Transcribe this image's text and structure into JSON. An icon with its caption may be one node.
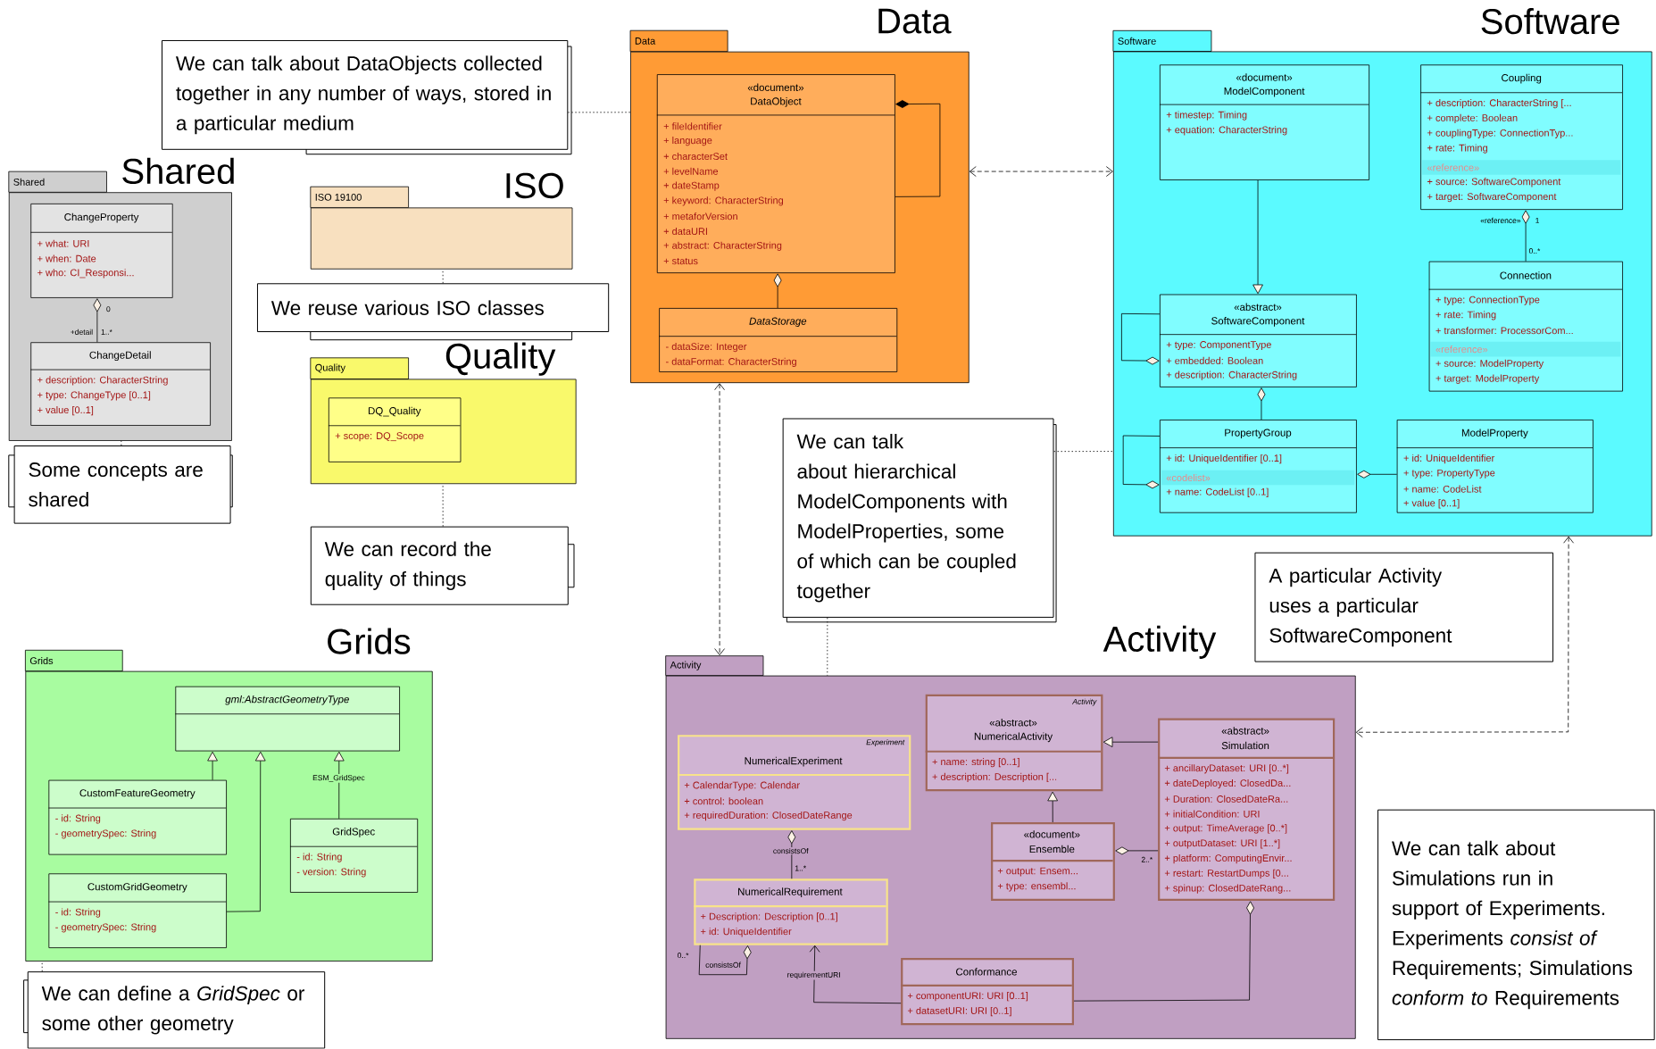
{
  "diagram": {
    "nodes": [
      {
        "text": [
          "Shared",
          "Shared"
        ]
      },
      {
        "text": [
          "ChangeProperty",
          "+ what: URI",
          "+ when: Date",
          "+ who: CI_Responsi..."
        ],
        "in": 0
      },
      {
        "text": [
          "ChangeDetail",
          "+ description: CharacterString",
          "+ type: ChangeType [0..1]",
          "+ value [0..1]"
        ],
        "in": 0
      },
      {
        "text": [
          "ISO 19100",
          "ISO"
        ]
      },
      {
        "text": [
          "Quality",
          "Quality"
        ]
      },
      {
        "text": [
          "DQ_Quality",
          "+ scope: DQ_Scope"
        ],
        "in": 4
      },
      {
        "text": [
          "Data",
          "Data"
        ]
      },
      {
        "text": [
          "«document»",
          "DataObject",
          "+ fileIdentifier",
          "+ language",
          "+ characterSet",
          "+ levelName",
          "+ dateStamp",
          "+ keyword: CharacterString",
          "+ metaforVersion",
          "+ dataURI",
          "+ abstract: CharacterString",
          "+ status"
        ],
        "in": 6
      },
      {
        "text": [
          "DataStorage",
          "- dataSize: Integer",
          "- dataFormat: CharacterString"
        ],
        "in": 6
      },
      {
        "text": [
          "Software",
          "Software"
        ]
      },
      {
        "text": [
          "«document»",
          "ModelComponent",
          "+ timestep: Timing",
          "+ equation: CharacterString"
        ],
        "in": 9
      },
      {
        "text": [
          "Coupling",
          "+ description: CharacterString [...",
          "+ complete: Boolean",
          "+ couplingType: ConnectionTyp...",
          "+ rate: Timing",
          "«reference»",
          "+ source: SoftwareComponent",
          "+ target: SoftwareComponent"
        ],
        "in": 9
      },
      {
        "text": [
          "«abstract»",
          "SoftwareComponent",
          "+ type: ComponentType",
          "+ embedded: Boolean",
          "+ description: CharacterString"
        ],
        "in": 9
      },
      {
        "text": [
          "Connection",
          "+ type: ConnectionType",
          "+ rate: Timing",
          "+ transformer: ProcessorCom...",
          "«reference»",
          "+ source: ModelProperty",
          "+ target: ModelProperty"
        ],
        "in": 9
      },
      {
        "text": [
          "PropertyGroup",
          "+ id: UniqueIdentifier [0..1]",
          "«codelist»",
          "+ name: CodeList [0..1]"
        ],
        "in": 9
      },
      {
        "text": [
          "ModelProperty",
          "+ id: UniqueIdentifier",
          "+ type: PropertyType",
          "+ name: CodeList",
          "+ value [0..1]"
        ],
        "in": 9
      },
      {
        "text": [
          "Grids",
          "Grids"
        ]
      },
      {
        "text": [
          "gml:AbstractGeometryType"
        ],
        "in": 16
      },
      {
        "text": [
          "CustomFeatureGeometry",
          "- id: String",
          "- geometrySpec: String"
        ],
        "in": 16
      },
      {
        "text": [
          "CustomGridGeometry",
          "- id: String",
          "- geometrySpec: String"
        ],
        "in": 16
      },
      {
        "text": [
          "GridSpec",
          "- id: String",
          "- version: String"
        ],
        "in": 16
      },
      {
        "text": [
          "Activity",
          "Activity"
        ]
      },
      {
        "text": [
          "Experiment",
          "NumericalExperiment",
          "+ CalendarType: Calendar",
          "+ control: boolean",
          "+ requiredDuration: ClosedDateRange"
        ],
        "in": 21
      },
      {
        "text": [
          "Activity",
          "«abstract»",
          "NumericalActivity",
          "+ name: string [0..1]",
          "+ description: Description [..."
        ],
        "in": 21
      },
      {
        "text": [
          "«abstract»",
          "Simulation",
          "+ ancillaryDataset: URI [0..*]",
          "+ dateDeployed: ClosedDa...",
          "+ Duration: ClosedDateRa...",
          "+ initialCondition: URI",
          "+ output: TimeAverage [0..*]",
          "+ outputDataset: URI [1..*]",
          "+ platform: ComputingEnvir...",
          "+ restart: RestartDumps [0...",
          "+ spinup: ClosedDateRang..."
        ],
        "in": 21
      },
      {
        "text": [
          "«document»",
          "Ensemble",
          "+ output: Ensem...",
          "+ type: ensembl..."
        ],
        "in": 21
      },
      {
        "text": [
          "NumericalRequirement",
          "+ Description: Description [0..1]",
          "+ id: UniqueIdentifier"
        ],
        "in": 21
      },
      {
        "text": [
          "Conformance",
          "+ componentURI: URI [0..1]",
          "+ datasetURI: URI [0..1]"
        ],
        "in": 21
      },
      {
        "text": [
          "We can talk about DataObjects collected together in any number of ways, stored in a particular medium"
        ]
      },
      {
        "text": [
          "Some concepts are shared"
        ]
      },
      {
        "text": [
          "We reuse various ISO classes"
        ]
      },
      {
        "text": [
          "We can record the quality of things"
        ]
      },
      {
        "text": [
          "We can talk about hierarchical ModelComponents with ModelProperties, some of which can be coupled together"
        ]
      },
      {
        "text": [
          "A particular Activity uses a particular SoftwareComponent"
        ]
      },
      {
        "text": [
          "We can talk about Simulations run in support of Experiments. Experiments *consist of* Requirements; Simulations *conform to* Requirements"
        ]
      },
      {
        "text": [
          "We can define a *GridSpec* or some other geometry"
        ]
      }
    ],
    "edges": [
      {
        "from": 2,
        "to": 1,
        "arrow": "other",
        "label": "+detail"
      },
      {
        "from": 7,
        "to": 7,
        "arrow": "other"
      },
      {
        "from": 8,
        "to": 7,
        "arrow": "other"
      },
      {
        "from": 10,
        "to": 12,
        "arrow": "to"
      },
      {
        "from": 12,
        "to": 12,
        "arrow": "other"
      },
      {
        "from": 14,
        "to": 12,
        "arrow": "other"
      },
      {
        "from": 14,
        "to": 14,
        "arrow": "other"
      },
      {
        "from": 15,
        "to": 14,
        "arrow": "other"
      },
      {
        "from": 13,
        "to": 11,
        "arrow": "other",
        "label": "«reference»"
      },
      {
        "from": 18,
        "to": 17,
        "arrow": "to"
      },
      {
        "from": 19,
        "to": 17,
        "arrow": "to"
      },
      {
        "from": 20,
        "to": 17,
        "arrow": "to",
        "label": "ESM_GridSpec"
      },
      {
        "from": 26,
        "to": 22,
        "arrow": "other",
        "label": "consistsOf"
      },
      {
        "from": 26,
        "to": 26,
        "arrow": "other",
        "label": "consistsOf"
      },
      {
        "from": 27,
        "to": 26,
        "arrow": "to",
        "label": "requirementURI"
      },
      {
        "from": 27,
        "to": 24,
        "arrow": "other"
      },
      {
        "from": 25,
        "to": 23,
        "arrow": "to"
      },
      {
        "from": 24,
        "to": 23,
        "arrow": "to"
      },
      {
        "from": 24,
        "to": 25,
        "arrow": "other"
      },
      {
        "from": 6,
        "to": 9,
        "arrow": "both",
        "style": "dashed"
      },
      {
        "from": 6,
        "to": 21,
        "arrow": "both",
        "style": "dashed"
      },
      {
        "from": 9,
        "to": 21,
        "arrow": "both",
        "style": "dashed"
      },
      {
        "from": 28,
        "to": 6,
        "arrow": "none",
        "style": "dashed"
      },
      {
        "from": 29,
        "to": 0,
        "arrow": "none",
        "style": "dashed"
      },
      {
        "from": 30,
        "to": 3,
        "arrow": "none",
        "style": "dashed"
      },
      {
        "from": 31,
        "to": 4,
        "arrow": "none",
        "style": "dashed"
      },
      {
        "from": 32,
        "to": 9,
        "arrow": "none",
        "style": "dashed"
      },
      {
        "from": 32,
        "to": 21,
        "arrow": "none",
        "style": "dashed"
      },
      {
        "from": 35,
        "to": 16,
        "arrow": "none",
        "style": "dashed"
      }
    ],
    "labels": [
      "0",
      "1..*",
      "1",
      "0..*",
      "1..*",
      "0..*",
      "2..*"
    ]
  }
}
